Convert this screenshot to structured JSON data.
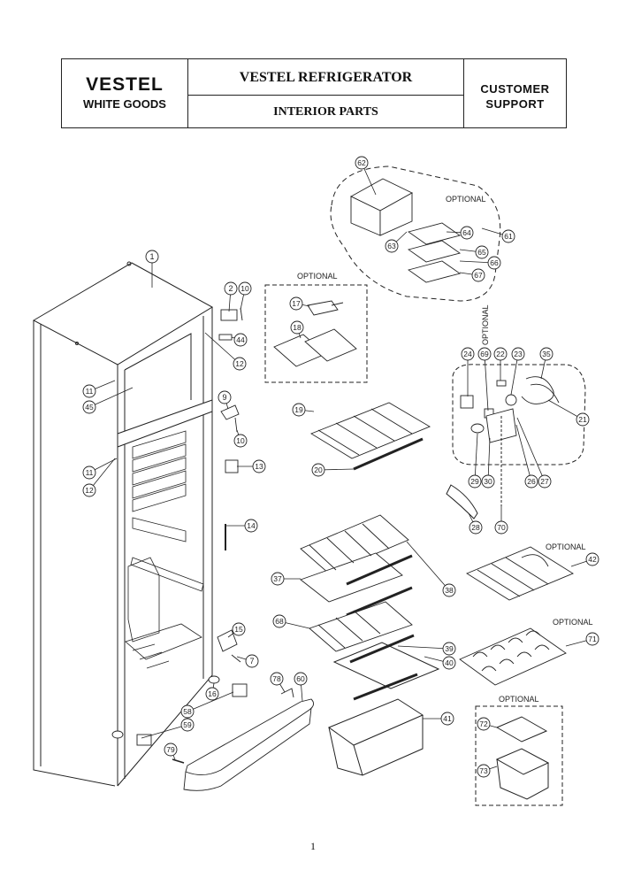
{
  "header": {
    "brand": "VESTEL",
    "division": "WHITE GOODS",
    "title": "VESTEL REFRIGERATOR",
    "subtitle": "INTERIOR PARTS",
    "support_line1": "CUSTOMER",
    "support_line2": "SUPPORT"
  },
  "optional_label": "OPTIONAL",
  "callouts": [
    "1",
    "2",
    "10",
    "44",
    "12",
    "11",
    "45",
    "9",
    "10",
    "11",
    "12",
    "13",
    "14",
    "15",
    "7",
    "16",
    "58",
    "59",
    "79",
    "78",
    "60",
    "62",
    "61",
    "64",
    "63",
    "65",
    "66",
    "67",
    "17",
    "18",
    "19",
    "20",
    "24",
    "69",
    "22",
    "23",
    "35",
    "21",
    "29",
    "30",
    "26",
    "27",
    "28",
    "70",
    "37",
    "38",
    "68",
    "39",
    "40",
    "41",
    "42",
    "71",
    "72",
    "73"
  ],
  "page_number": "1"
}
